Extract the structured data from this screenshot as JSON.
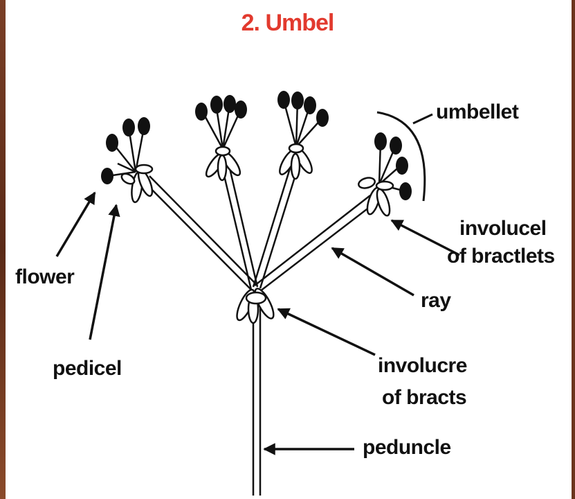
{
  "title": "2. Umbel",
  "colors": {
    "title": "#e23a2e",
    "ink": "#111111",
    "edge": "#6b351d"
  },
  "labels": {
    "umbellet": "umbellet",
    "involucel_line1": "involucel",
    "involucel_line2": "of bractlets",
    "ray": "ray",
    "flower": "flower",
    "pedicel": "pedicel",
    "involucre_line1": "involucre",
    "involucre_line2": "of bracts",
    "peduncle": "peduncle"
  }
}
